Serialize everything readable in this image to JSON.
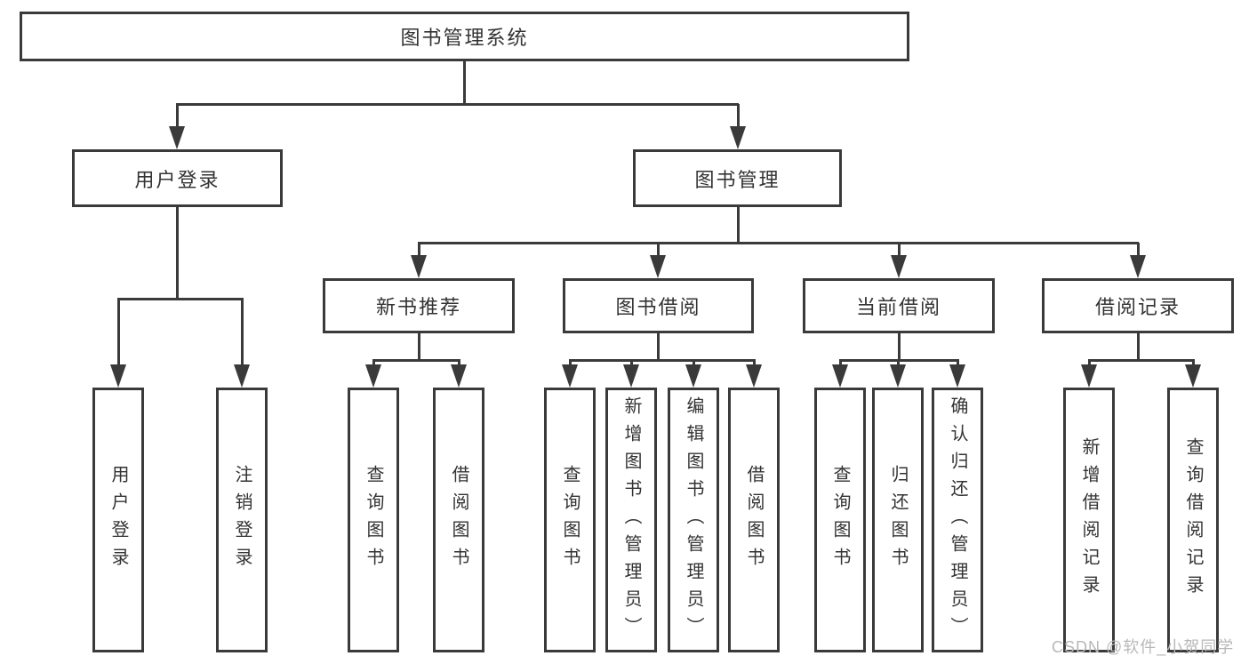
{
  "diagram": {
    "title": "图书管理系统",
    "nodes": {
      "root": "图书管理系统",
      "user_login": "用户登录",
      "book_management": "图书管理",
      "new_book_recommend": "新书推荐",
      "book_borrow": "图书借阅",
      "current_borrow": "当前借阅",
      "borrow_record": "借阅记录",
      "leaf_user_login": "用户登录",
      "leaf_logout": "注销登录",
      "leaf_nb_query_book": "查询图书",
      "leaf_nb_borrow_book": "借阅图书",
      "leaf_bb_query_book": "查询图书",
      "leaf_bb_add_book": "新增图书（管理员）",
      "leaf_bb_edit_book": "编辑图书（管理员）",
      "leaf_bb_borrow_book": "借阅图书",
      "leaf_cb_query_book": "查询图书",
      "leaf_cb_return_book": "归还图书",
      "leaf_cb_confirm_return": "确认归还（管理员）",
      "leaf_br_add_record": "新增借阅记录",
      "leaf_br_query_record": "查询借阅记录"
    }
  },
  "watermark": "CSDN @软件_小贺同学",
  "colors": {
    "line": "#3a3a3a",
    "text": "#333333",
    "watermark": "#b8b8b8",
    "background": "#ffffff"
  }
}
